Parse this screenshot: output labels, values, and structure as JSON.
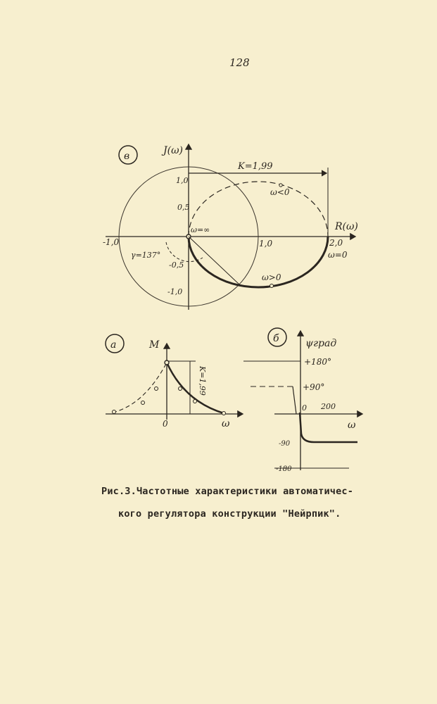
{
  "page_number": "128",
  "diagram_v": {
    "panel_label": "в",
    "y_axis_label": "J(ω)",
    "x_axis_label": "R(ω)",
    "k_label": "K=1,99",
    "y_ticks": [
      "1,0",
      "0,5",
      "-0,5",
      "-1,0"
    ],
    "x_ticks": [
      "-1,0",
      "1,0",
      "2,0"
    ],
    "omega_inf": "ω=∞",
    "omega_neg": "ω<0",
    "omega_pos": "ω>0",
    "omega_zero": "ω=0",
    "phase_margin": "γ=137°"
  },
  "diagram_a": {
    "panel_label": "а",
    "y_axis_label": "М",
    "k_label": "K=1,99",
    "origin_label": "0",
    "x_axis_label": "ω"
  },
  "diagram_b": {
    "panel_label": "б",
    "y_axis_label": "ψград",
    "x_axis_label": "ω",
    "ticks": [
      "+180°",
      "+90°",
      "0",
      "200",
      "-90",
      "-180"
    ]
  },
  "caption": {
    "line1": "Рис.3.Частотные характеристики автоматичес-",
    "line2": "кого регулятора конструкции \"Нейрпик\"."
  }
}
